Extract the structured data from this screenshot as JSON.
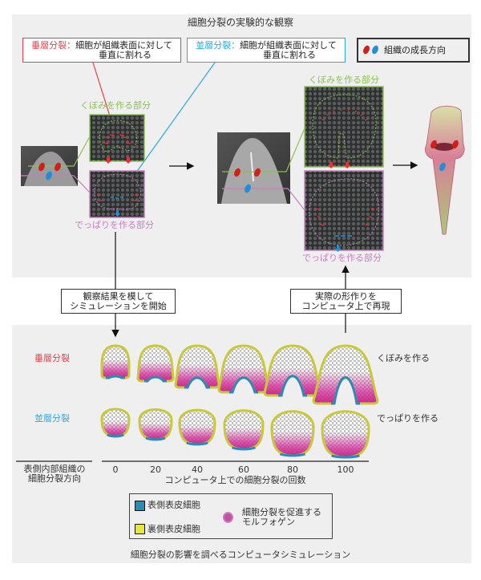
{
  "top_panel": {
    "title": "細胞分裂の実験的な観察",
    "anticlinal_box": {
      "term": "垂層分裂：",
      "desc_line1": "細胞が組織表面に対して",
      "desc_line2": "垂直に割れる"
    },
    "periclinal_box": {
      "term": "並層分裂：",
      "desc_line1": "細胞が組織表面に対して",
      "desc_line2": "垂直に割れる"
    },
    "legend": {
      "label": "組織の成長方向"
    },
    "left_stage": {
      "upper_label": "くぼみを作る部分",
      "lower_label": "でっぱりを作る部分"
    },
    "right_stage": {
      "upper_label": "くぼみを作る部分",
      "lower_label": "でっぱりを作る部分"
    }
  },
  "connectors": {
    "start_sim": {
      "line1": "観察結果を模して",
      "line2": "シミュレーションを開始"
    },
    "reproduce": {
      "line1": "実際の形作りを",
      "line2": "コンピュータ上で再現"
    }
  },
  "bottom_panel": {
    "row1": {
      "label": "垂層分裂",
      "result": "くぼみを作る"
    },
    "row2": {
      "label": "並層分裂",
      "result": "でっぱりを作る"
    },
    "axis_left_label_line1": "表側内部組織の",
    "axis_left_label_line2": "細胞分裂方向",
    "ticks": [
      "0",
      "20",
      "40",
      "60",
      "80",
      "100"
    ],
    "axis_label": "コンピュータ上での細胞分裂の回数",
    "legend": {
      "adaxial": "表側表皮細胞",
      "abaxial": "裏側表皮細胞",
      "morphogen_line1": "細胞分裂を促進する",
      "morphogen_line2": "モルフォゲン"
    },
    "title": "細胞分裂の影響を調べるコンピュータシミュレーション"
  },
  "colors": {
    "anticlinal": "#e8404a",
    "periclinal": "#2aa8e8",
    "upper_part": "#8cc152",
    "lower_part": "#c77fc0",
    "adaxial_cell": "#2a8ab8",
    "abaxial_cell": "#d8d83a",
    "morphogen": "#d0309a"
  }
}
